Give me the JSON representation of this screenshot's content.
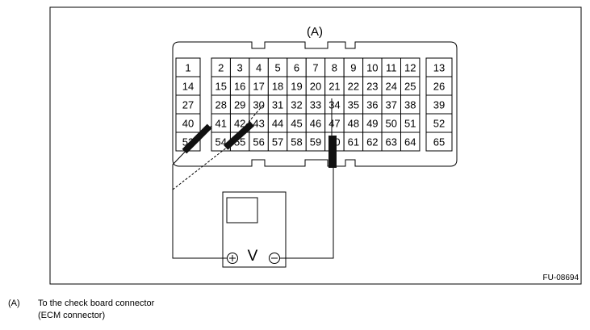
{
  "diagram": {
    "connector_label": "(A)",
    "figure_code": "FU-08694",
    "meter_symbol": "V",
    "positive_icon": "plus-in-circle-icon",
    "negative_icon": "minus-in-circle-icon",
    "grid_pins": [
      [
        "2",
        "3",
        "4",
        "5",
        "6",
        "7",
        "8",
        "9",
        "10",
        "11",
        "12"
      ],
      [
        "15",
        "16",
        "17",
        "18",
        "19",
        "20",
        "21",
        "22",
        "23",
        "24",
        "25"
      ],
      [
        "28",
        "29",
        "30",
        "31",
        "32",
        "33",
        "34",
        "35",
        "36",
        "37",
        "38"
      ],
      [
        "41",
        "42",
        "43",
        "44",
        "45",
        "46",
        "47",
        "48",
        "49",
        "50",
        "51"
      ],
      [
        "54",
        "55",
        "56",
        "57",
        "58",
        "59",
        "60",
        "61",
        "62",
        "63",
        "64"
      ]
    ],
    "left_column_pins": [
      "1",
      "14",
      "27",
      "40",
      "53"
    ],
    "right_column_pins": [
      "13",
      "26",
      "39",
      "52",
      "65"
    ]
  },
  "caption": {
    "marker": "(A)",
    "line1": "To the check board connector",
    "line2": "(ECM connector)"
  }
}
